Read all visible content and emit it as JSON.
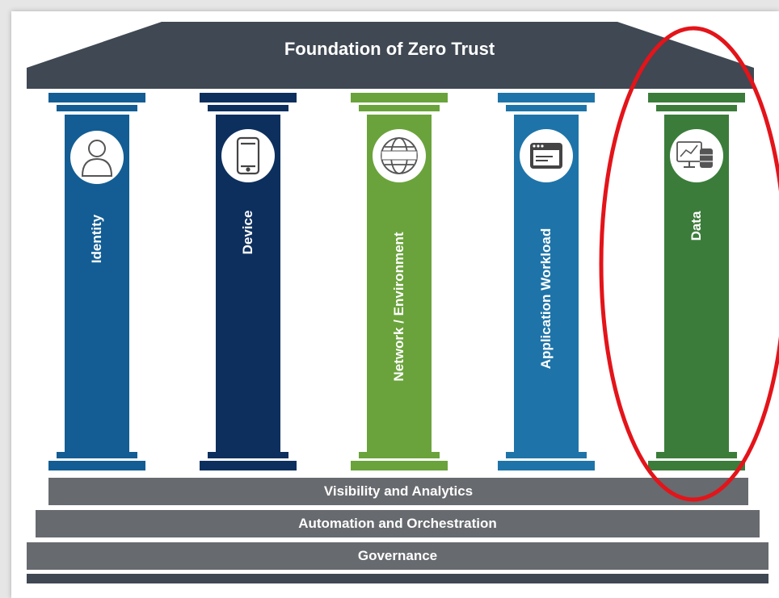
{
  "roof": {
    "title": "Foundation of Zero Trust"
  },
  "pillars": [
    {
      "label": "Identity",
      "icon": "person-icon",
      "color": "#135d94"
    },
    {
      "label": "Device",
      "icon": "mobile-device-icon",
      "color": "#0d2f5e"
    },
    {
      "label": "Network / Environment",
      "icon": "network-globe-icon",
      "color": "#6aa33b"
    },
    {
      "label": "Application Workload",
      "icon": "application-window-icon",
      "color": "#1e74a8"
    },
    {
      "label": "Data",
      "icon": "data-analytics-icon",
      "color": "#3b7c3a"
    }
  ],
  "steps": [
    {
      "label": "Visibility and Analytics"
    },
    {
      "label": "Automation and Orchestration"
    },
    {
      "label": "Governance"
    }
  ],
  "colors": {
    "roof": "#3f4853",
    "step": "#676a6e",
    "highlight": "#e3141a"
  }
}
